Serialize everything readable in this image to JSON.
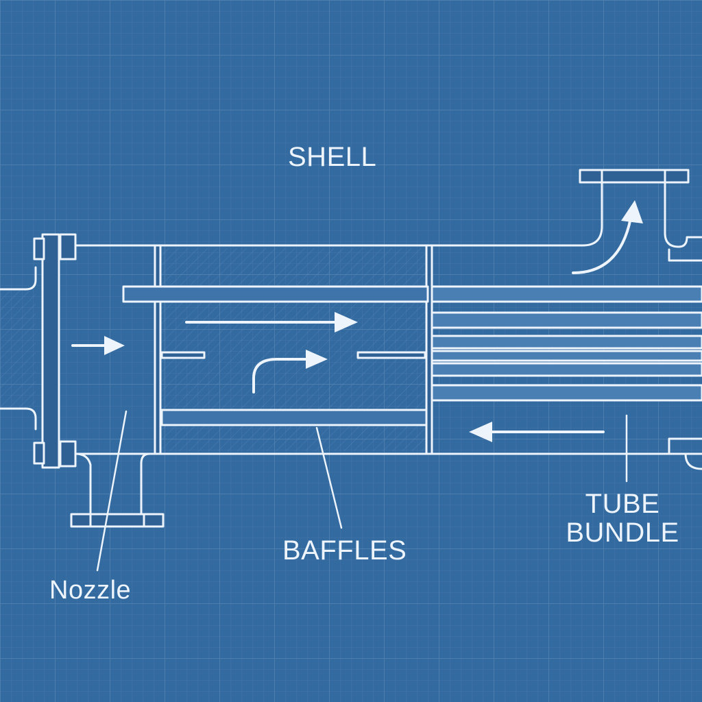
{
  "diagram": {
    "labels": {
      "shell": "SHELL",
      "baffles": "BAFFLES",
      "nozzle": "Nozzle",
      "tube_bundle_line1": "TUBE",
      "tube_bundle_line2": "BUNDLE"
    },
    "colors": {
      "background": "#336aa0",
      "grid_minor": "#4677a9",
      "grid_major": "#5585b5",
      "line": "#eef4fb",
      "shell_fill": "#2f6195",
      "tube_fill": "#4a7fb3"
    },
    "arrows": [
      "inlet-flow-arrow",
      "shell-side-flow-arrow",
      "curved-flow-arrow",
      "outlet-curved-arrow",
      "return-flow-arrow"
    ]
  }
}
